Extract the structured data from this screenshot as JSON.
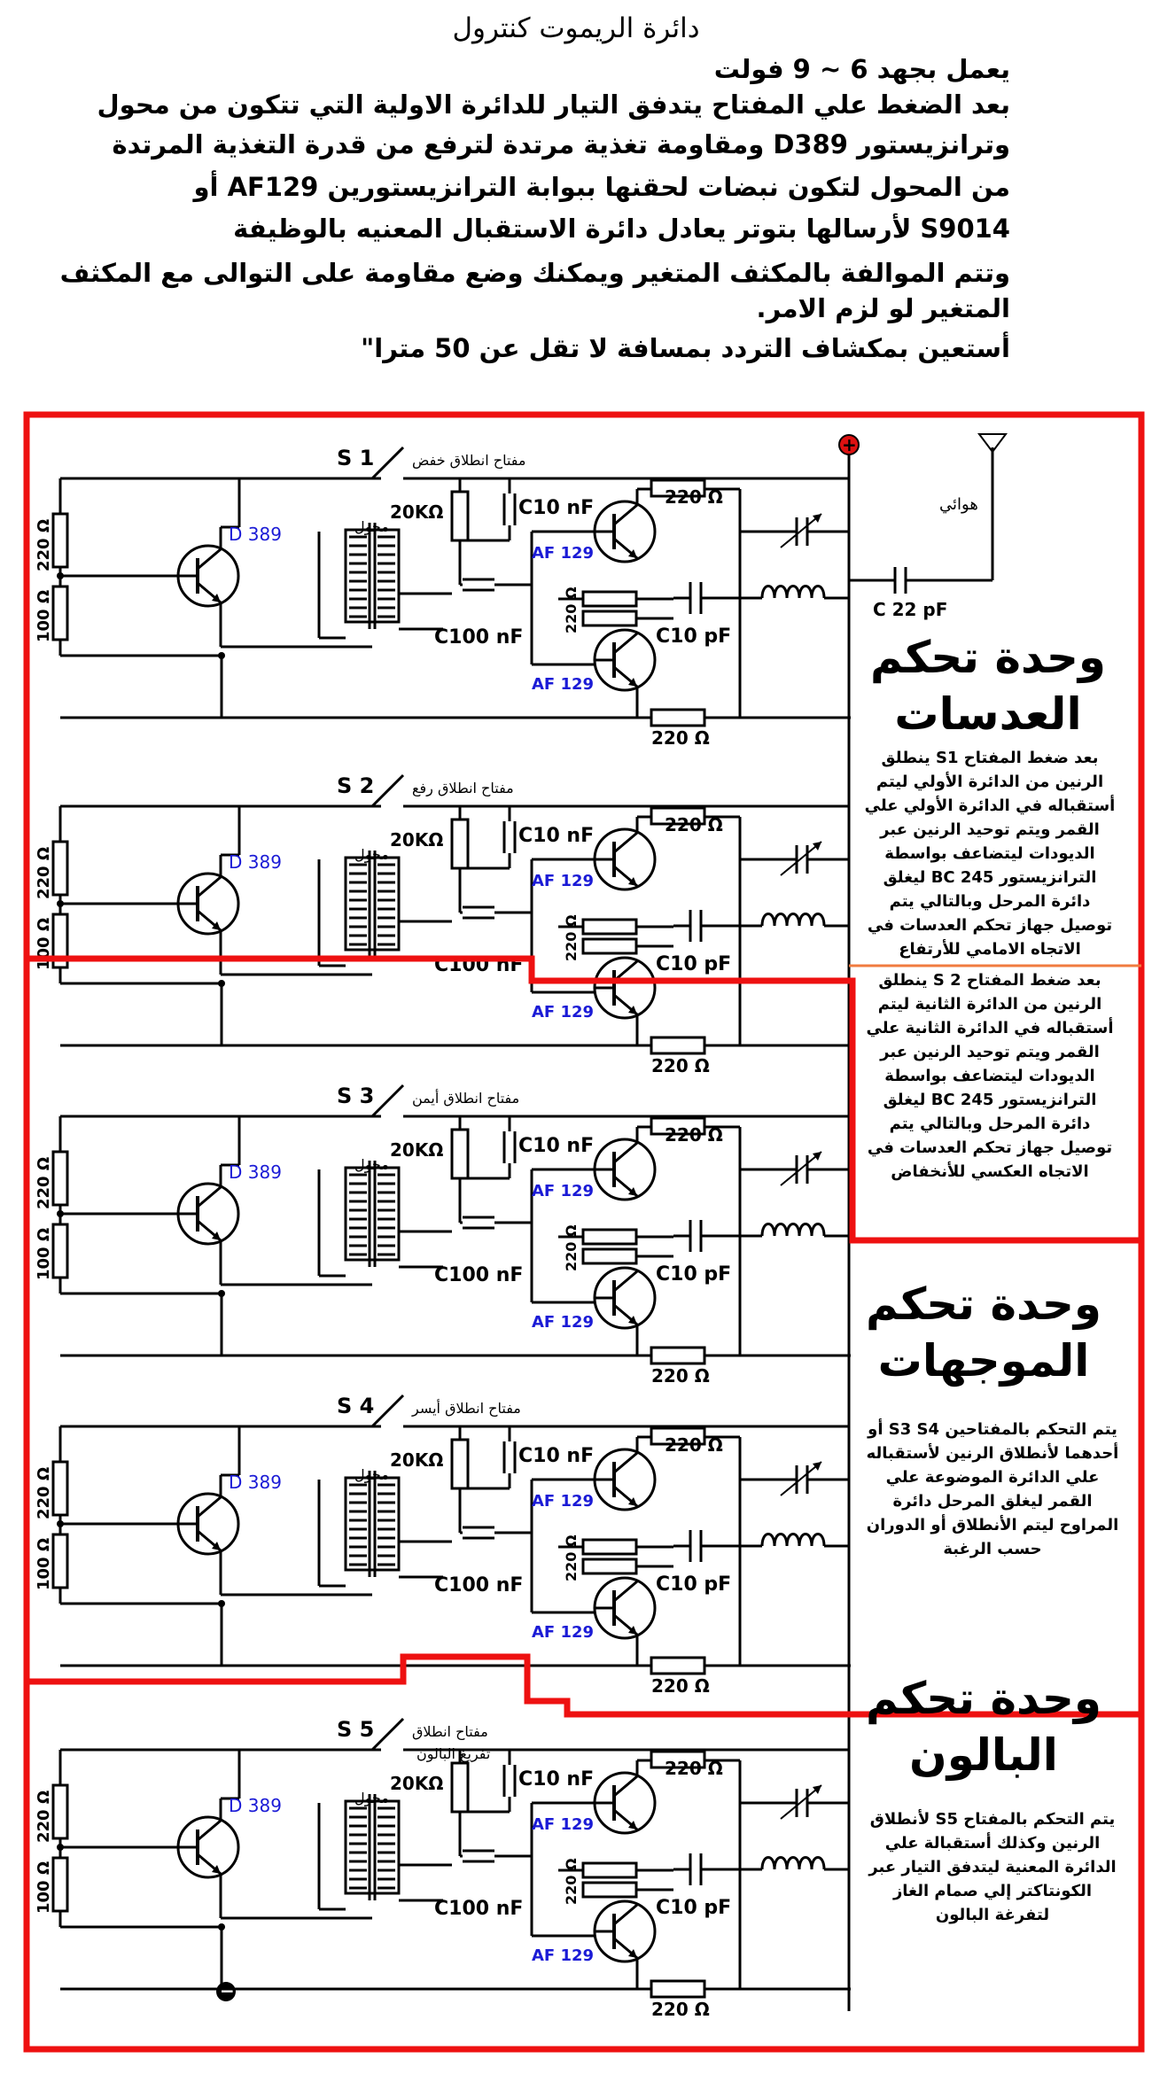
{
  "header": {
    "title": "دائرة الريموت كنترول",
    "lines": [
      "يعمل بجهد 6 ~ 9 فولت",
      "بعد الضغط علي المفتاح يتدفق التيار للدائرة الاولية التي تتكون من محول",
      "وترانزيستور D389 ومقاومة تغذية مرتدة لترفع من قدرة التغذية المرتدة",
      "من المحول لتكون نبضات لحقنها ببوابة الترانزيستورين AF129 أو",
      "S9014 لأرسالها بتوتر يعادل دائرة الاستقبال المعنيه بالوظيفة",
      "وتتم الموالفة بالمكثف المتغير ويمكنك وضع مقاومة على التوالى مع المكثف",
      "المتغير لو لزم الامر.",
      "أستعين بمكشاف التردد بمسافة لا تقل عن 50 مترا\""
    ]
  },
  "components": {
    "plus": "+",
    "minus": "−",
    "antenna": "هوائي",
    "c22": "C 22 pF",
    "r20k": "20KΩ",
    "c10nf": "C10 nF",
    "r220": "220 Ω",
    "af129": "AF 129",
    "d389": "D 389",
    "transformer": "محول",
    "c100nf": "C100 nF",
    "c10pf": "C10 pF",
    "r220v": "220 Ω",
    "r100v": "100 Ω",
    "r220mid": "220 Ω"
  },
  "stages": [
    {
      "switch": "S 1",
      "label": "مفتاح انطلاق خفض",
      "label2": ""
    },
    {
      "switch": "S 2",
      "label": "مفتاح انطلاق رفع",
      "label2": ""
    },
    {
      "switch": "S 3",
      "label": "مفتاح انطلاق أيمن",
      "label2": ""
    },
    {
      "switch": "S 4",
      "label": "مفتاح انطلاق أيسر",
      "label2": ""
    },
    {
      "switch": "S 5",
      "label": "مفتاح انطلاق",
      "label2": "تفريغ البالون"
    }
  ],
  "panels": {
    "lens_title": "وحدة تحكم العدسات",
    "lens_s1": "بعد ضغط المفتاح S1 ينطلق الرنين من الدائرة الأولي ليتم أستقباله في الدائرة الأولي علي القمر ويتم توحيد الرنين عبر الديودات ليتضاعف بواسطة الترانزيستور BC 245 ليغلق دائرة المرحل وبالتالي يتم توصيل جهاز تحكم العدسات في الاتجاه الامامي للأرتفاع",
    "lens_s2": "بعد ضغط المفتاح S 2 ينطلق الرنين من الدائرة الثانية ليتم أستقباله في الدائرة الثانية علي القمر ويتم توحيد الرنين عبر الديودات ليتضاعف بواسطة الترانزيستور BC 245 ليغلق دائرة المرحل وبالتالي يتم توصيل جهاز تحكم العدسات في الاتجاه العكسي للأنخفاض",
    "dir_title": "وحدة تحكم الموجهات",
    "dir_text": "يتم التحكم بالمفتاحين S3 S4 أو أحدهما لأنطلاق الرنين لأستقباله علي الدائرة الموضوعة علي القمر ليغلق المرحل دائرة المراوح ليتم الأنطلاق أو الدوران حسب الرغبة",
    "bal_title": "وحدة تحكم البالون",
    "bal_text": "يتم التحكم بالمفتاح S5 لأنطلاق الرنين وكذلك أستقبالة علي الدائرة المعنية ليتدفق التيار عبر الكونتاكتر إلي صمام الغاز لتفرغة البالون"
  },
  "colors": {
    "border": "#ee1111",
    "accent": "#1b1bd6",
    "divider": "#f07b3f",
    "wire": "#000000"
  }
}
